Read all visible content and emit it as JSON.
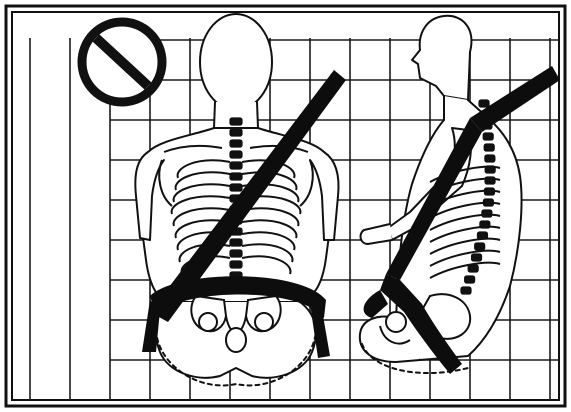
{
  "figure": {
    "panels": [
      {
        "id": "rear-view",
        "belt_routing": "incorrect"
      },
      {
        "id": "side-view",
        "belt_routing": "incorrect"
      }
    ],
    "prohibition_sign": "no-symbol-icon",
    "colors": {
      "ink": "#111111",
      "paper": "#ffffff",
      "grid": "#1a1a1a",
      "belt": "#0d0d0d"
    }
  }
}
